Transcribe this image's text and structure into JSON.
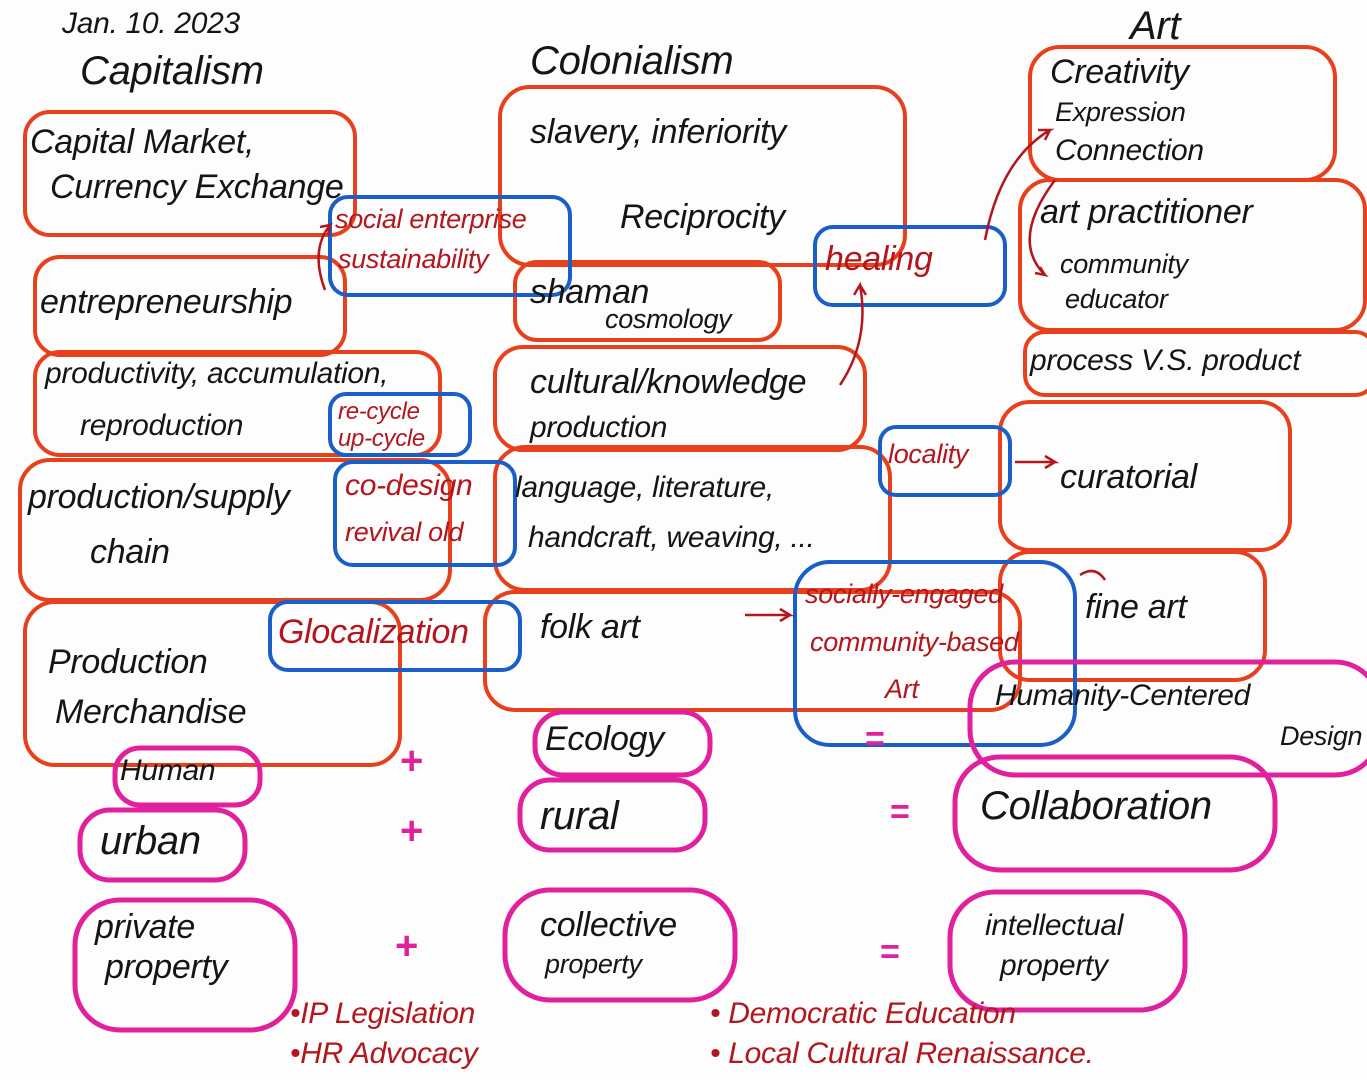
{
  "date": "Jan. 10. 2023",
  "columns": {
    "capitalism": {
      "title": "Capitalism",
      "items": [
        "Capital Market,",
        "Currency Exchange",
        "entrepreneurship",
        "productivity, accumulation,",
        "reproduction",
        "production/supply",
        "chain",
        "Production",
        "Merchandise"
      ]
    },
    "colonialism": {
      "title": "Colonialism",
      "items": [
        "slavery, inferiority",
        "Reciprocity",
        "shaman",
        "cosmology",
        "cultural/knowledge",
        "production",
        "language, literature,",
        "handcraft, weaving, ...",
        "folk art"
      ]
    },
    "art": {
      "title": "Art",
      "items": [
        "Creativity",
        "Expression",
        "Connection",
        "art practitioner",
        "community",
        "educator",
        "process V.S. product",
        "curatorial",
        "fine art"
      ]
    }
  },
  "bridges": [
    "social enterprise",
    "sustainability",
    "re-cycle",
    "up-cycle",
    "co-design",
    "revival old",
    "Glocalization",
    "healing",
    "locality",
    "socially-engaged",
    "community-based",
    "Art"
  ],
  "equations": [
    {
      "a": "Human",
      "b": "Ecology",
      "result": "Humanity-Centered",
      "result2": "Design"
    },
    {
      "a": "urban",
      "b": "rural",
      "result": "Collaboration"
    },
    {
      "a": "private",
      "a2": "property",
      "b": "collective",
      "b2": "property",
      "result": "intellectual",
      "result2": "property"
    }
  ],
  "operators": {
    "plus": "+",
    "equals": "="
  },
  "notes_left": [
    "•IP Legislation",
    "•HR Advocacy"
  ],
  "notes_right": [
    "• Democratic Education",
    "• Local Cultural Renaissance."
  ],
  "colors": {
    "orange": "#e8401c",
    "blue": "#1a5fc8",
    "pink": "#e0209c",
    "red": "#b3161d"
  }
}
